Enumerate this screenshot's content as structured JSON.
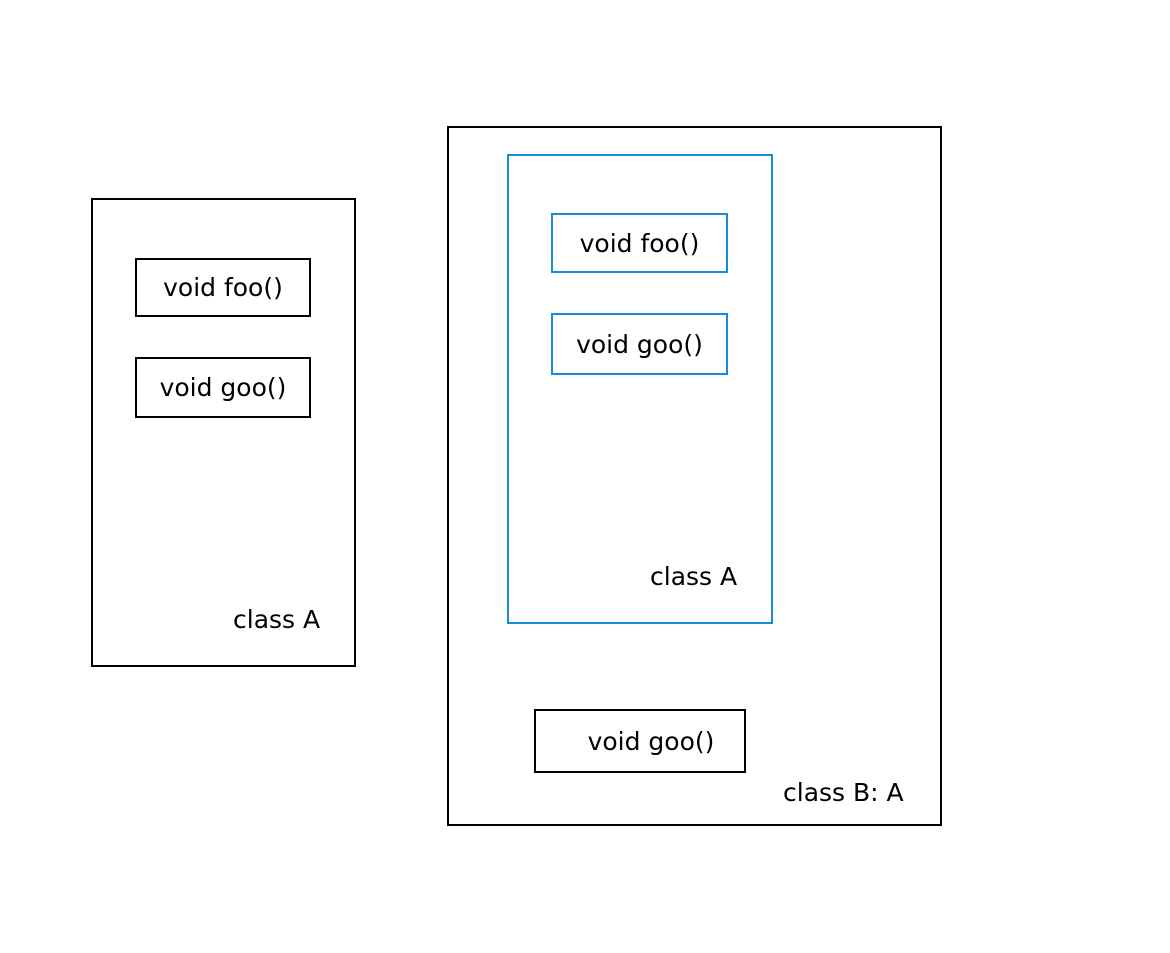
{
  "colors": {
    "black": "#000000",
    "blue": "#1a8ad4"
  },
  "left_class": {
    "label": "class A",
    "methods": [
      "void foo()",
      "void goo()"
    ]
  },
  "derived_class": {
    "label": "class B: A",
    "base_section": {
      "label": "class A",
      "methods": [
        "void foo()",
        "void goo()"
      ]
    },
    "methods": [
      "void goo()"
    ]
  }
}
